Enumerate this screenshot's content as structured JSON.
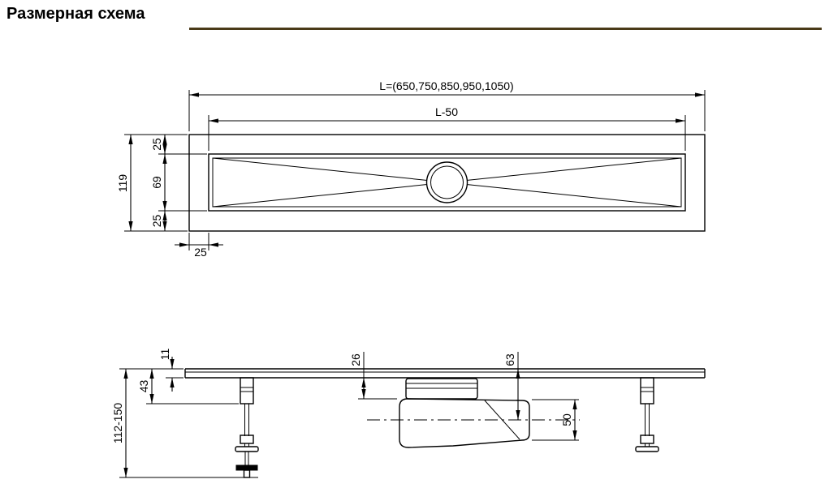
{
  "title": "Размерная схема",
  "colors": {
    "line": "#000000",
    "divider": "#4a3a18",
    "background": "#ffffff"
  },
  "top_view": {
    "dim_overall_length": "L=(650,750,850,950,1050)",
    "dim_grate_length": "L-50",
    "dim_total_width": "119",
    "dim_top_flange": "25",
    "dim_grate_width": "69",
    "dim_bottom_flange": "25",
    "dim_end_offset": "25"
  },
  "side_view": {
    "dim_edge_height": "11",
    "dim_mount_depth": "43",
    "dim_install_height": "112-150",
    "dim_trap_top_offset": "26",
    "dim_outlet_axis_depth": "63",
    "dim_outlet_diameter": "50"
  }
}
